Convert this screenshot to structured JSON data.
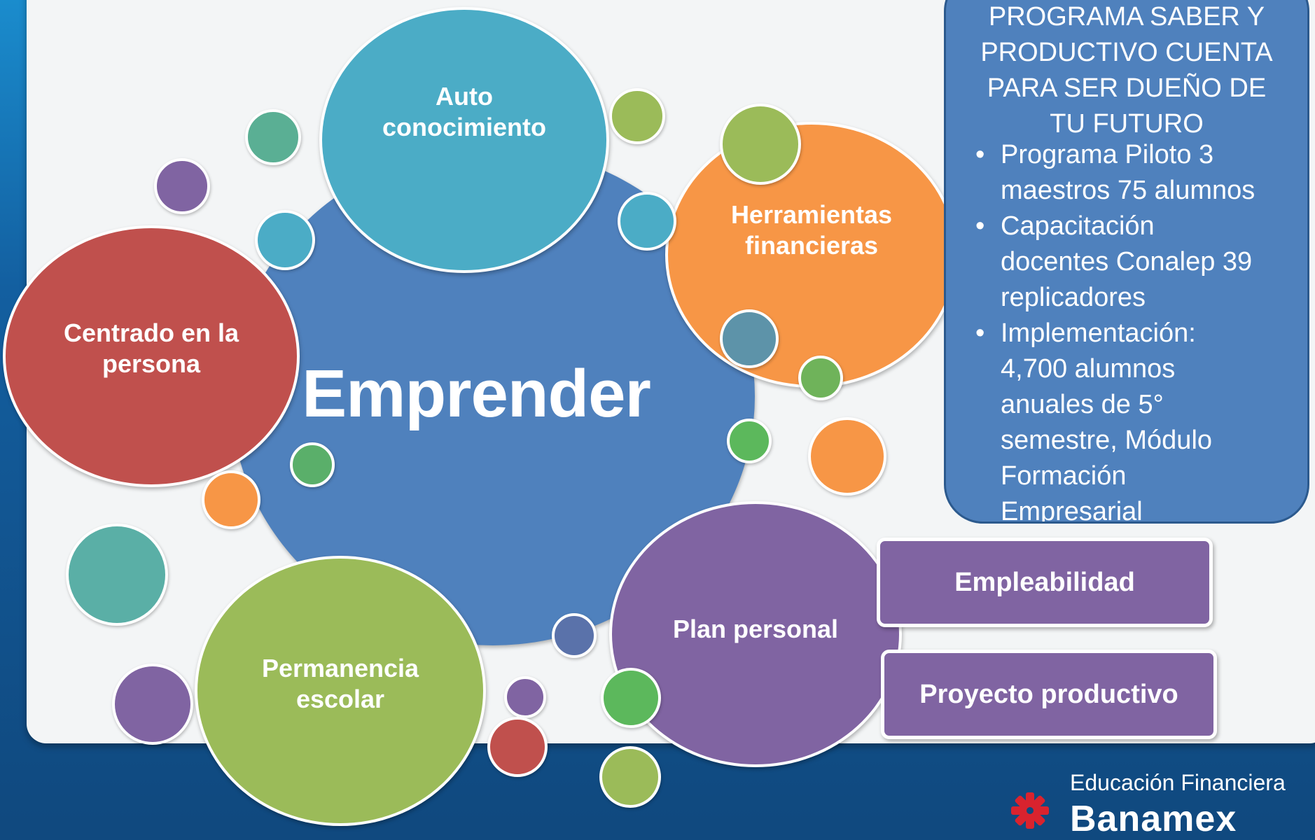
{
  "diagram": {
    "center": "Emprender",
    "nodes": {
      "auto": [
        "Auto",
        "conocimiento"
      ],
      "herramientas": [
        "Herramientas",
        "financieras"
      ],
      "centrado": [
        "Centrado en la",
        "persona"
      ],
      "permanencia": [
        "Permanencia",
        "escolar"
      ],
      "plan": "Plan personal"
    },
    "outcomes": {
      "empleabilidad": "Empleabilidad",
      "proyecto": "Proyecto productivo"
    }
  },
  "infobox": {
    "heading": [
      "PROGRAMA SABER Y",
      "PRODUCTIVO CUENTA",
      "PARA SER DUEÑO DE",
      "TU FUTURO"
    ],
    "bullets": [
      [
        "Programa Piloto 3",
        "maestros 75 alumnos"
      ],
      [
        "Capacitación",
        "docentes Conalep 39",
        "replicadores"
      ],
      [
        "Implementación:",
        "4,700 alumnos",
        "anuales de 5°",
        "semestre, Módulo",
        "Formación",
        "Empresarial"
      ]
    ]
  },
  "logo": {
    "line1": "Educación Financiera",
    "line2": "Banamex"
  },
  "colors": {
    "blue": "#4f81bd",
    "teal": "#4bacc6",
    "orange": "#f79646",
    "red": "#c0504d",
    "green": "#9bbb59",
    "purple": "#8064a2"
  }
}
